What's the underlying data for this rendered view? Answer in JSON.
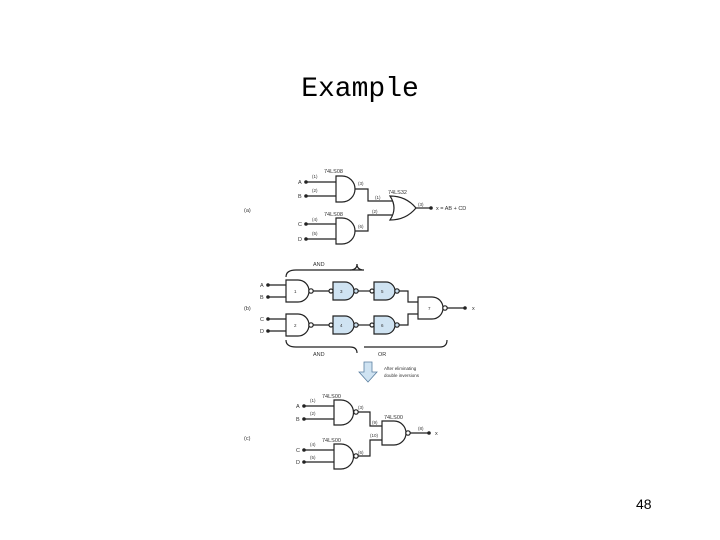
{
  "slide": {
    "title": "Example",
    "page_number": "48"
  },
  "diagram": {
    "part_a": {
      "label": "(a)",
      "output_expression": "x = AB + CD",
      "inputs": [
        "A",
        "B",
        "C",
        "D"
      ],
      "chip_and_top": "74LS08",
      "chip_and_bottom": "74LS08",
      "chip_or": "74LS32",
      "pins": {
        "p1": "(1)",
        "p2": "(2)",
        "p3": "(3)",
        "p4": "(4)",
        "p5": "(5)",
        "p6": "(6)",
        "or_in1": "(1)",
        "or_in2": "(2)",
        "or_out": "(3)"
      }
    },
    "part_b": {
      "label": "(b)",
      "inputs": [
        "A",
        "B",
        "C",
        "D"
      ],
      "output": "x",
      "group_and_top": "AND",
      "group_and_bottom": "AND",
      "group_or": "OR",
      "gate_numbers": [
        "1",
        "2",
        "3",
        "4",
        "5",
        "6",
        "7"
      ]
    },
    "note": {
      "line1": "After eliminating",
      "line2": "double inversions"
    },
    "part_c": {
      "label": "(c)",
      "inputs": [
        "A",
        "B",
        "C",
        "D"
      ],
      "output": "x",
      "chip_nand_top": "74LS00",
      "chip_nand_bottom": "74LS00",
      "chip_nand_out": "74LS00",
      "pins": {
        "p1": "(1)",
        "p2": "(2)",
        "p3": "(3)",
        "p4": "(4)",
        "p5": "(5)",
        "p6": "(6)",
        "p9": "(9)",
        "p10": "(10)",
        "p8": "(8)"
      }
    }
  }
}
